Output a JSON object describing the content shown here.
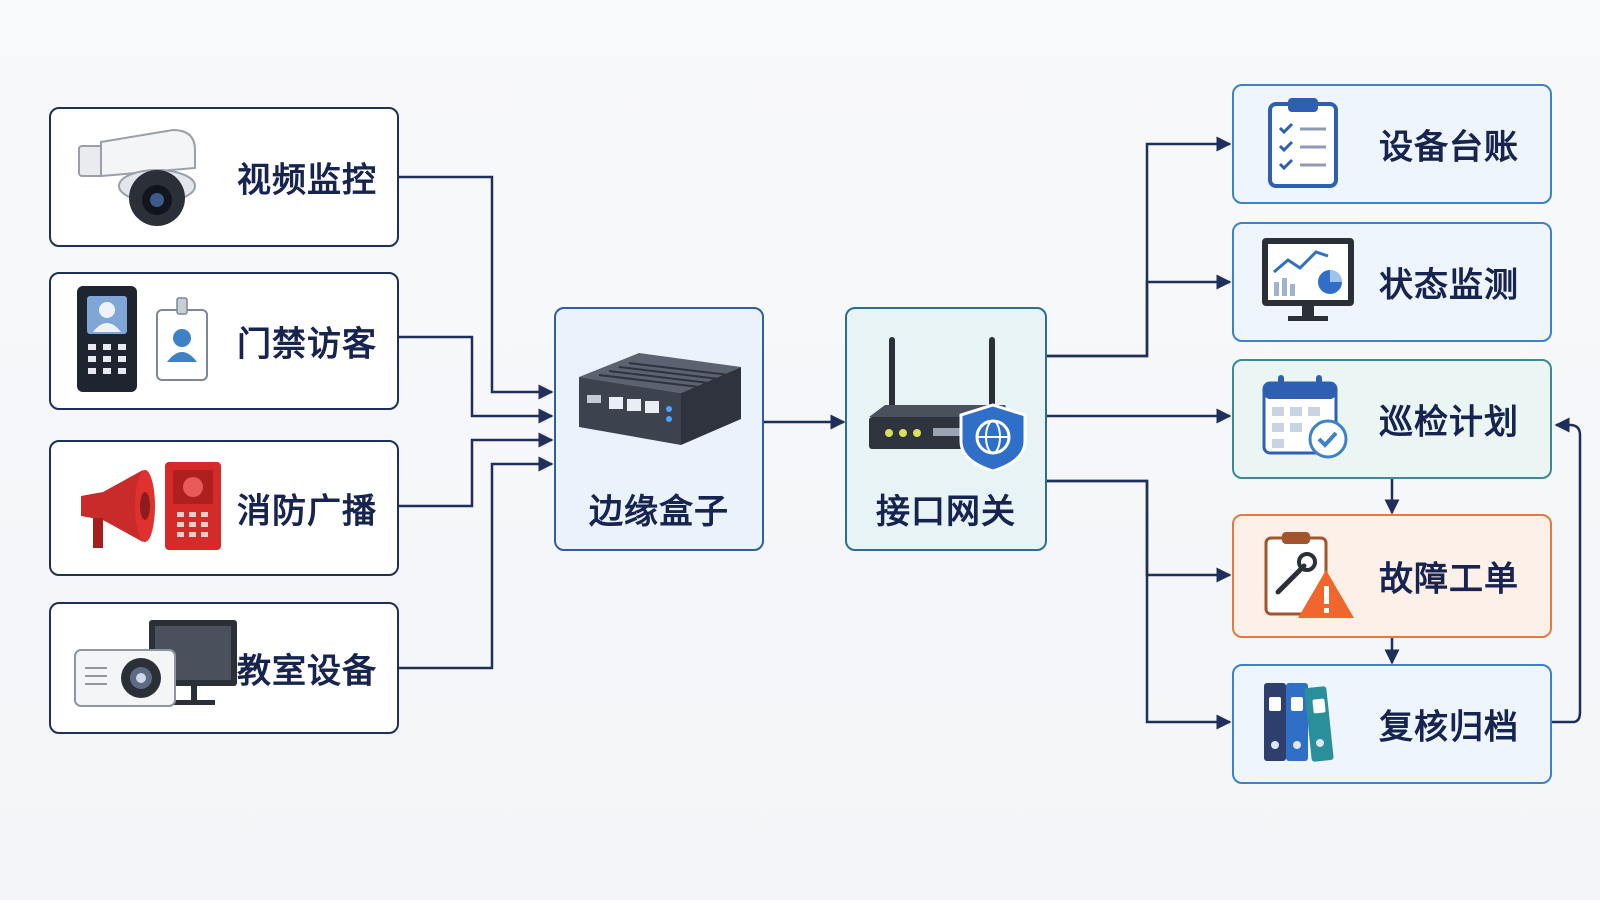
{
  "sources": [
    {
      "label": "视频监控",
      "icon": "dome-camera-icon"
    },
    {
      "label": "门禁访客",
      "icon": "access-control-icon"
    },
    {
      "label": "消防广播",
      "icon": "fire-broadcast-icon"
    },
    {
      "label": "教室设备",
      "icon": "projector-monitor-icon"
    }
  ],
  "edge_box": {
    "label": "边缘盒子",
    "icon": "edge-box-icon"
  },
  "gateway": {
    "label": "接口网关",
    "icon": "router-shield-icon"
  },
  "outputs": [
    {
      "label": "设备台账",
      "icon": "clipboard-checklist-icon"
    },
    {
      "label": "状态监测",
      "icon": "monitor-chart-icon"
    },
    {
      "label": "巡检计划",
      "icon": "calendar-check-icon"
    },
    {
      "label": "故障工单",
      "icon": "wrench-warning-icon"
    },
    {
      "label": "复核归档",
      "icon": "binders-icon"
    }
  ],
  "colors": {
    "line": "#1f2f5c",
    "navy": "#17244f",
    "blue": "#3d82c4",
    "teal": "#3b8a94",
    "orange": "#e67a3d"
  }
}
